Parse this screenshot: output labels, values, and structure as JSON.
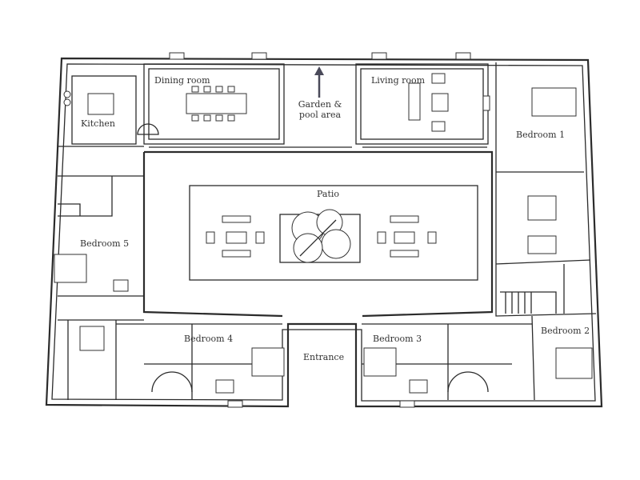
{
  "plan": {
    "rooms": {
      "dining": "Dining room",
      "garden": "Garden & pool area",
      "living": "Living room",
      "kitchen": "Kitchen",
      "bedroom1": "Bedroom 1",
      "patio": "Patio",
      "bedroom5": "Bedroom 5",
      "bedroom4": "Bedroom 4",
      "entrance": "Entrance",
      "bedroom3": "Bedroom 3",
      "bedroom2": "Bedroom 2"
    },
    "colors": {
      "wall": "#2b2b2b",
      "arrow": "#4a4a5a"
    }
  }
}
